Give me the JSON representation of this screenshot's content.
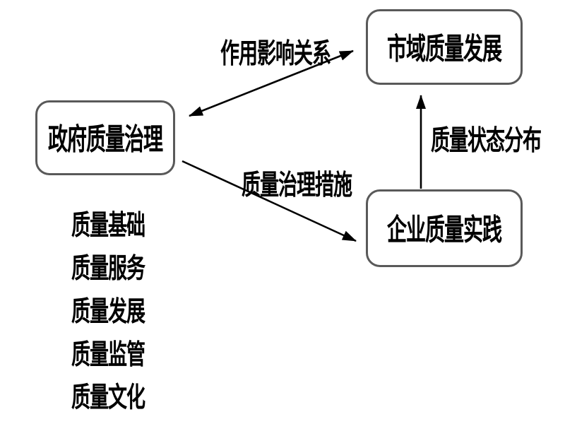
{
  "diagram": {
    "nodes": {
      "government": {
        "label": "政府质量治理"
      },
      "city": {
        "label": "市域质量发展"
      },
      "enterprise": {
        "label": "企业质量实践"
      }
    },
    "edges": {
      "influence": {
        "label": "作用影响关系",
        "from": "政府质量治理",
        "to": "市域质量发展",
        "style": "bidirectional"
      },
      "measures": {
        "label": "质量治理措施",
        "from": "政府质量治理",
        "to": "企业质量实践",
        "style": "one-way"
      },
      "distribution": {
        "label": "质量状态分布",
        "from": "企业质量实践",
        "to": "市域质量发展",
        "style": "one-way"
      }
    },
    "government_items": [
      "质量基础",
      "质量服务",
      "质量发展",
      "质量监管",
      "质量文化"
    ]
  },
  "colors": {
    "background": "#ffffff",
    "text": "#000000",
    "arrow": "#000000",
    "node_border": "#595959"
  }
}
